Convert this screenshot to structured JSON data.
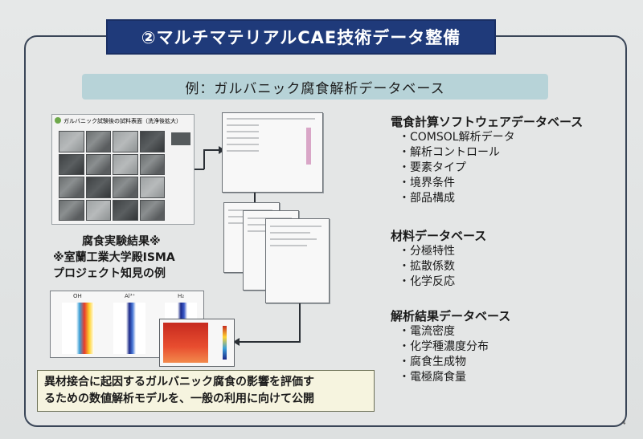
{
  "slide": {
    "title": "②マルチマテリアルCAE技術データ整備",
    "subtitle": "例：ガルバニック腐食解析データベース",
    "page_number": "4"
  },
  "left": {
    "specimen_caption": "ガルバニック試験後の試料表面（洗浄後拡大）",
    "experiment_label": "腐食実験結果※",
    "note_line1": "※室蘭工業大学殿ISMA",
    "note_line2": "プロジェクト知見の例",
    "sim_labels": [
      "OH",
      "Al³⁺",
      "H₂"
    ]
  },
  "conclusion": {
    "line1": "異材接合に起因するガルバニック腐食の影響を評価す",
    "line2": "るための数値解析モデルを、一般の利用に向けて公開"
  },
  "databases": [
    {
      "title": "電食計算ソフトウェアデータベース",
      "items": [
        "・COMSOL解析データ",
        "・解析コントロール",
        "・要素タイプ",
        "・境界条件",
        "・部品構成"
      ]
    },
    {
      "title": "材料データベース",
      "items": [
        "・分極特性",
        "・拡散係数",
        "・化学反応"
      ]
    },
    {
      "title": "解析結果データベース",
      "items": [
        "・電流密度",
        "・化学種濃度分布",
        "・腐食生成物",
        "・電極腐食量"
      ]
    }
  ],
  "colors": {
    "title_bg": "#1f3a7a",
    "subtitle_bg": "#b7d3d8",
    "conclusion_bg": "#f6f4df"
  }
}
